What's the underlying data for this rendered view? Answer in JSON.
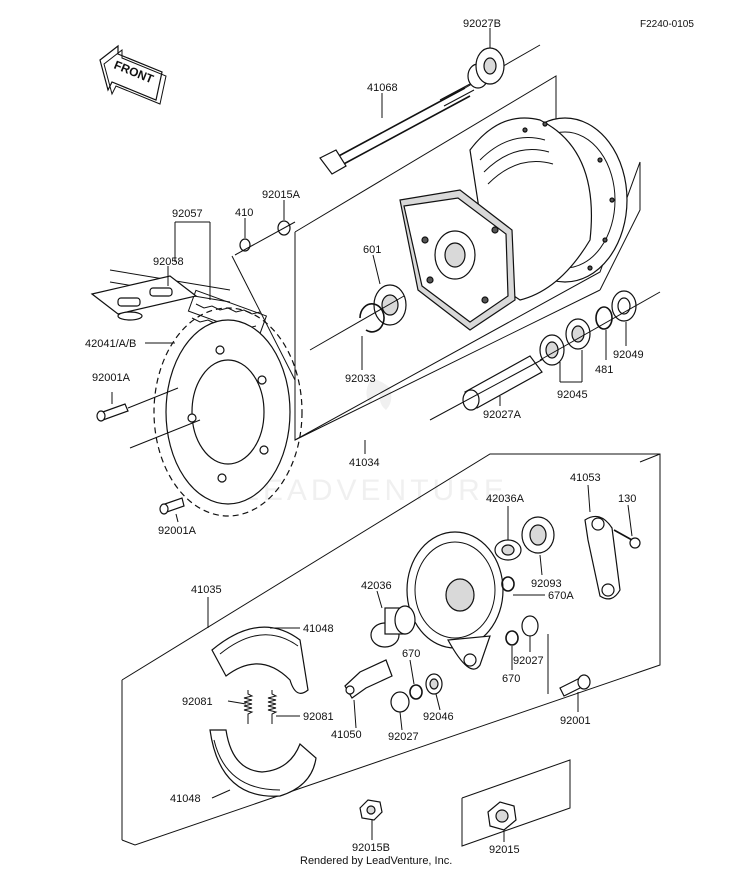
{
  "diagram_code": "F2240-0105",
  "front_label": "FRONT",
  "footer": "Rendered by LeadVenture, Inc.",
  "watermark": "LEADVENTURE",
  "parts": [
    {
      "id": "p92027b",
      "label": "92027B"
    },
    {
      "id": "p41068",
      "label": "41068"
    },
    {
      "id": "p92057",
      "label": "92057"
    },
    {
      "id": "p410",
      "label": "410"
    },
    {
      "id": "p92015a",
      "label": "92015A"
    },
    {
      "id": "p92058",
      "label": "92058"
    },
    {
      "id": "p601",
      "label": "601"
    },
    {
      "id": "p42041",
      "label": "42041/A/B"
    },
    {
      "id": "p92033",
      "label": "92033"
    },
    {
      "id": "p92049",
      "label": "92049"
    },
    {
      "id": "p481",
      "label": "481"
    },
    {
      "id": "p92045",
      "label": "92045"
    },
    {
      "id": "p92001a_1",
      "label": "92001A"
    },
    {
      "id": "p92027a",
      "label": "92027A"
    },
    {
      "id": "p41034",
      "label": "41034"
    },
    {
      "id": "p92001a_2",
      "label": "92001A"
    },
    {
      "id": "p41053",
      "label": "41053"
    },
    {
      "id": "p42036a",
      "label": "42036A"
    },
    {
      "id": "p130",
      "label": "130"
    },
    {
      "id": "p41035",
      "label": "41035"
    },
    {
      "id": "p42036",
      "label": "42036"
    },
    {
      "id": "p92093",
      "label": "92093"
    },
    {
      "id": "p670a",
      "label": "670A"
    },
    {
      "id": "p41048_1",
      "label": "41048"
    },
    {
      "id": "p92027",
      "label": "92027"
    },
    {
      "id": "p670_1",
      "label": "670"
    },
    {
      "id": "p670_2",
      "label": "670"
    },
    {
      "id": "p92081_1",
      "label": "92081"
    },
    {
      "id": "p92081_2",
      "label": "92081"
    },
    {
      "id": "p92001",
      "label": "92001"
    },
    {
      "id": "p41050",
      "label": "41050"
    },
    {
      "id": "p92027_2",
      "label": "92027"
    },
    {
      "id": "p92046",
      "label": "92046"
    },
    {
      "id": "p41048_2",
      "label": "41048"
    },
    {
      "id": "p92015b",
      "label": "92015B"
    },
    {
      "id": "p92015",
      "label": "92015"
    }
  ]
}
